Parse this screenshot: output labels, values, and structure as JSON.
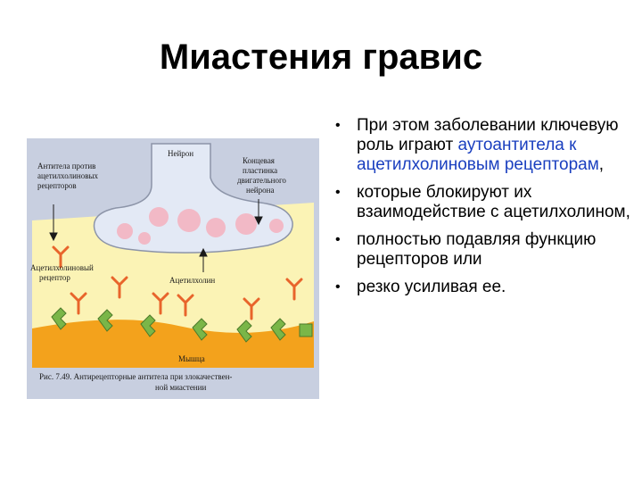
{
  "title": "Миастения гравис",
  "bullets": [
    {
      "before": "При этом заболевании ключевую роль играют ",
      "highlight": "аутоантитела к ацетилхолиновым рецепторам",
      "after": ","
    },
    {
      "text": "которые блокируют их взаимодействие с ацетилхолином,"
    },
    {
      "text": "полностью подавляя функцию рецепторов или"
    },
    {
      "text": "резко усиливая ее."
    }
  ],
  "figure": {
    "labels": {
      "neuron": "Нейрон",
      "antibodies_line1": "Антитела против",
      "antibodies_line2": "ацетилхолиновых",
      "antibodies_line3": "рецепторов",
      "endplate_line1": "Концевая",
      "endplate_line2": "пластинка",
      "endplate_line3": "двигательного",
      "endplate_line4": "нейрона",
      "receptor_line1": "Ацетилхолиновый",
      "receptor_line2": "рецептор",
      "acetylcholine": "Ацетилхолин",
      "muscle": "Мышца"
    },
    "caption_line1": "Рис. 7.49. Антирецепторные антитела при злокачествен-",
    "caption_line2": "ной миастении",
    "colors": {
      "frame": "#c8cfe0",
      "neuron": "#e3e9f5",
      "cleft": "#fbf3b5",
      "muscle": "#f3a21c",
      "vesicle": "#f2b9c6",
      "receptor": "#7ab648",
      "antibody": "#e8642b",
      "accent_text": "#1a3fbf"
    }
  }
}
